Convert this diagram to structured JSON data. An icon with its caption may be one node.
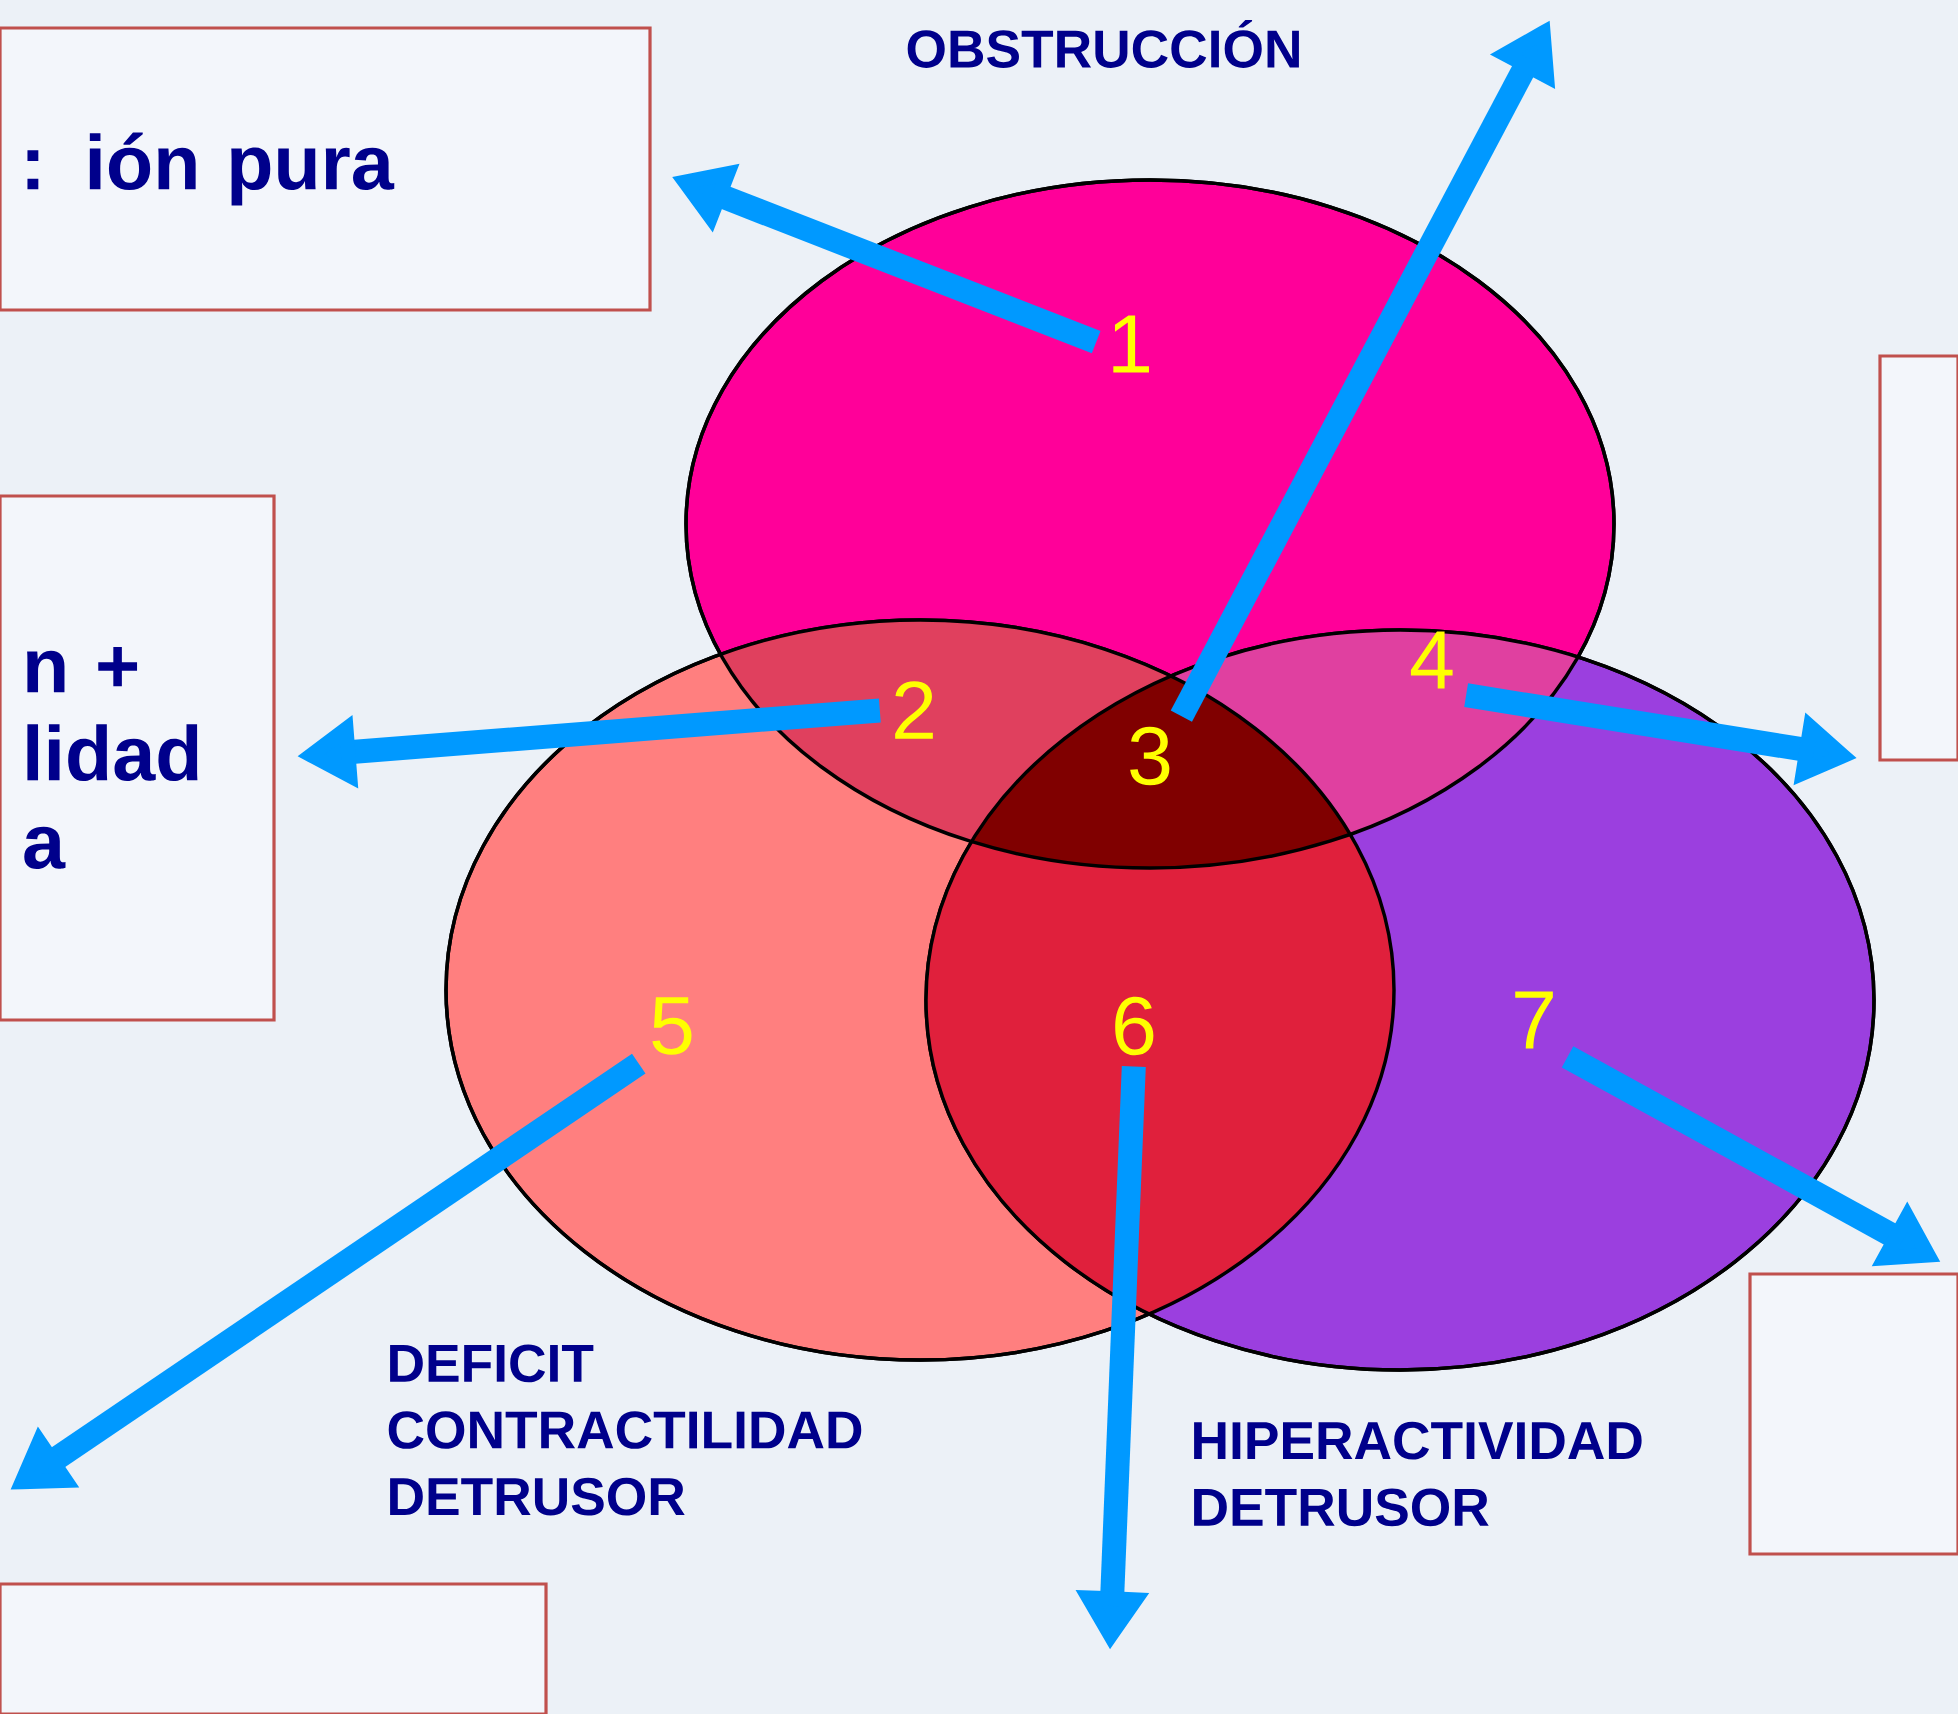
{
  "diagram": {
    "nodes": [
      {
        "text": [
          ": ión pura"
        ]
      },
      {
        "text": [
          "n + lidad a"
        ]
      },
      {
        "text": [],
        "shape": "box"
      },
      {
        "text": [],
        "shape": "box"
      },
      {
        "text": [],
        "shape": "box"
      },
      {
        "text": [
          "OBSTRUCCIÓN"
        ]
      },
      {
        "text": [
          "DEFICIT CONTRACTILIDAD DETRUSOR"
        ]
      },
      {
        "text": [
          "HIPERACTIVIDAD DETRUSOR"
        ]
      },
      {
        "text": [
          "1"
        ],
        "in": 5
      },
      {
        "text": [
          "2"
        ]
      },
      {
        "text": [
          "3"
        ]
      },
      {
        "text": [
          "4"
        ]
      },
      {
        "text": [
          "5"
        ],
        "in": 6
      },
      {
        "text": [
          "6"
        ]
      },
      {
        "text": [
          "7"
        ],
        "in": 7
      }
    ],
    "edges": [
      {
        "from": 8,
        "to": 0,
        "arrow": "to"
      },
      {
        "from": 9,
        "to": 1,
        "arrow": "to"
      },
      {
        "from": 10,
        "to": null,
        "arrow": "to"
      },
      {
        "from": 11,
        "to": 2,
        "arrow": "to"
      },
      {
        "from": 12,
        "to": null,
        "arrow": "to"
      },
      {
        "from": 13,
        "to": null,
        "arrow": "to"
      },
      {
        "from": 14,
        "to": 3,
        "arrow": "to"
      }
    ]
  }
}
